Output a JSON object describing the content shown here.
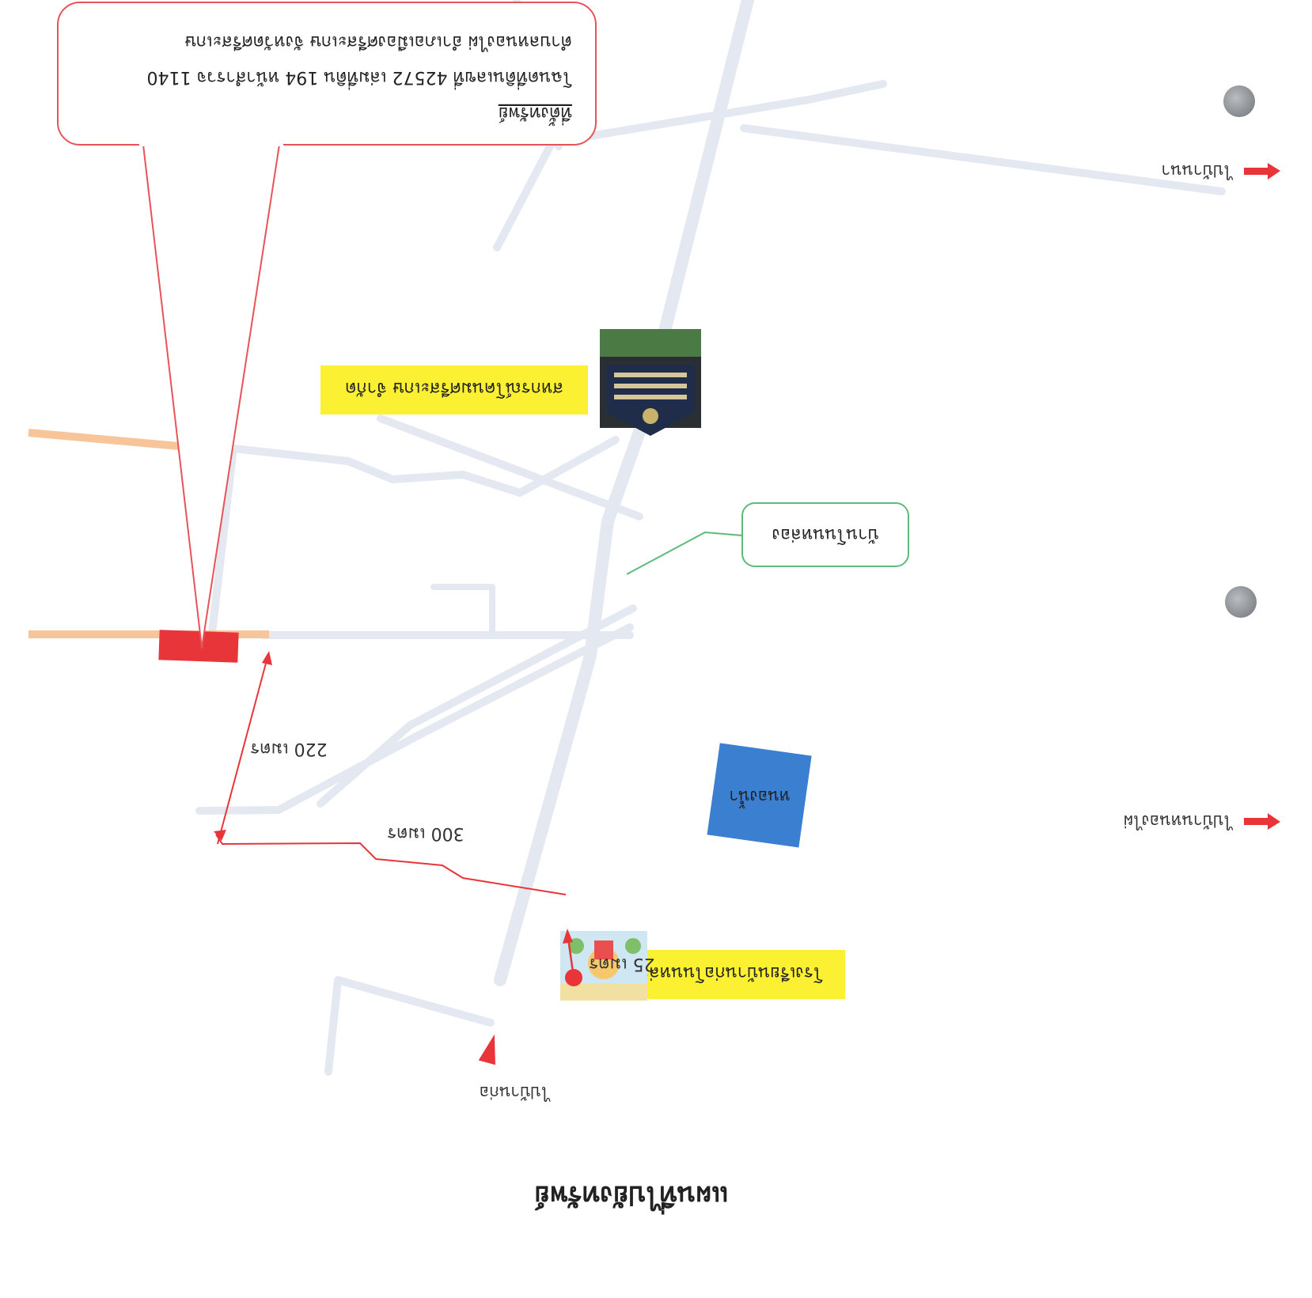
{
  "map": {
    "title": "แผนที่ไปยังทรัพย์",
    "orientation_note": "printed upside down",
    "colors": {
      "road": "#e4e8f0",
      "main_road_border": "#f8c49a",
      "accent_red": "#e8353a",
      "label_yellow": "#fbf032",
      "callout_red": "#e8535a",
      "callout_green": "#5cba7a",
      "pond_blue": "#3a7fd0"
    },
    "property_callout": {
      "heading": "ที่ตั้งทรัพย์",
      "line1": "โฉนดที่ดินเลขที่ 42572 เล่มที่ดิน 194 หน้าสำรวจ 1140",
      "line2": "ตำบลหนองไผ่ อำเภอเมืองศรีสะเกษ จังหวัดศรีสะเกษ"
    },
    "village_callout": "บ้านโนนหล่อง",
    "places": {
      "school": "โรงเรียนบ้านก่อโนนหล่อง",
      "office": "สหกรณ์โคนมศรีสะเกษ จำกัด",
      "pond": "หนองน้ำ"
    },
    "directions": {
      "to_ko": "ไปบ้านก่อ",
      "to_nong_phai": "ไปบ้านหนองไผ่",
      "to_na": "ไปบ้านนา"
    },
    "distances": {
      "d25": "25 เมตร",
      "d300": "300 เมตร",
      "d220": "220 เมตร"
    }
  }
}
